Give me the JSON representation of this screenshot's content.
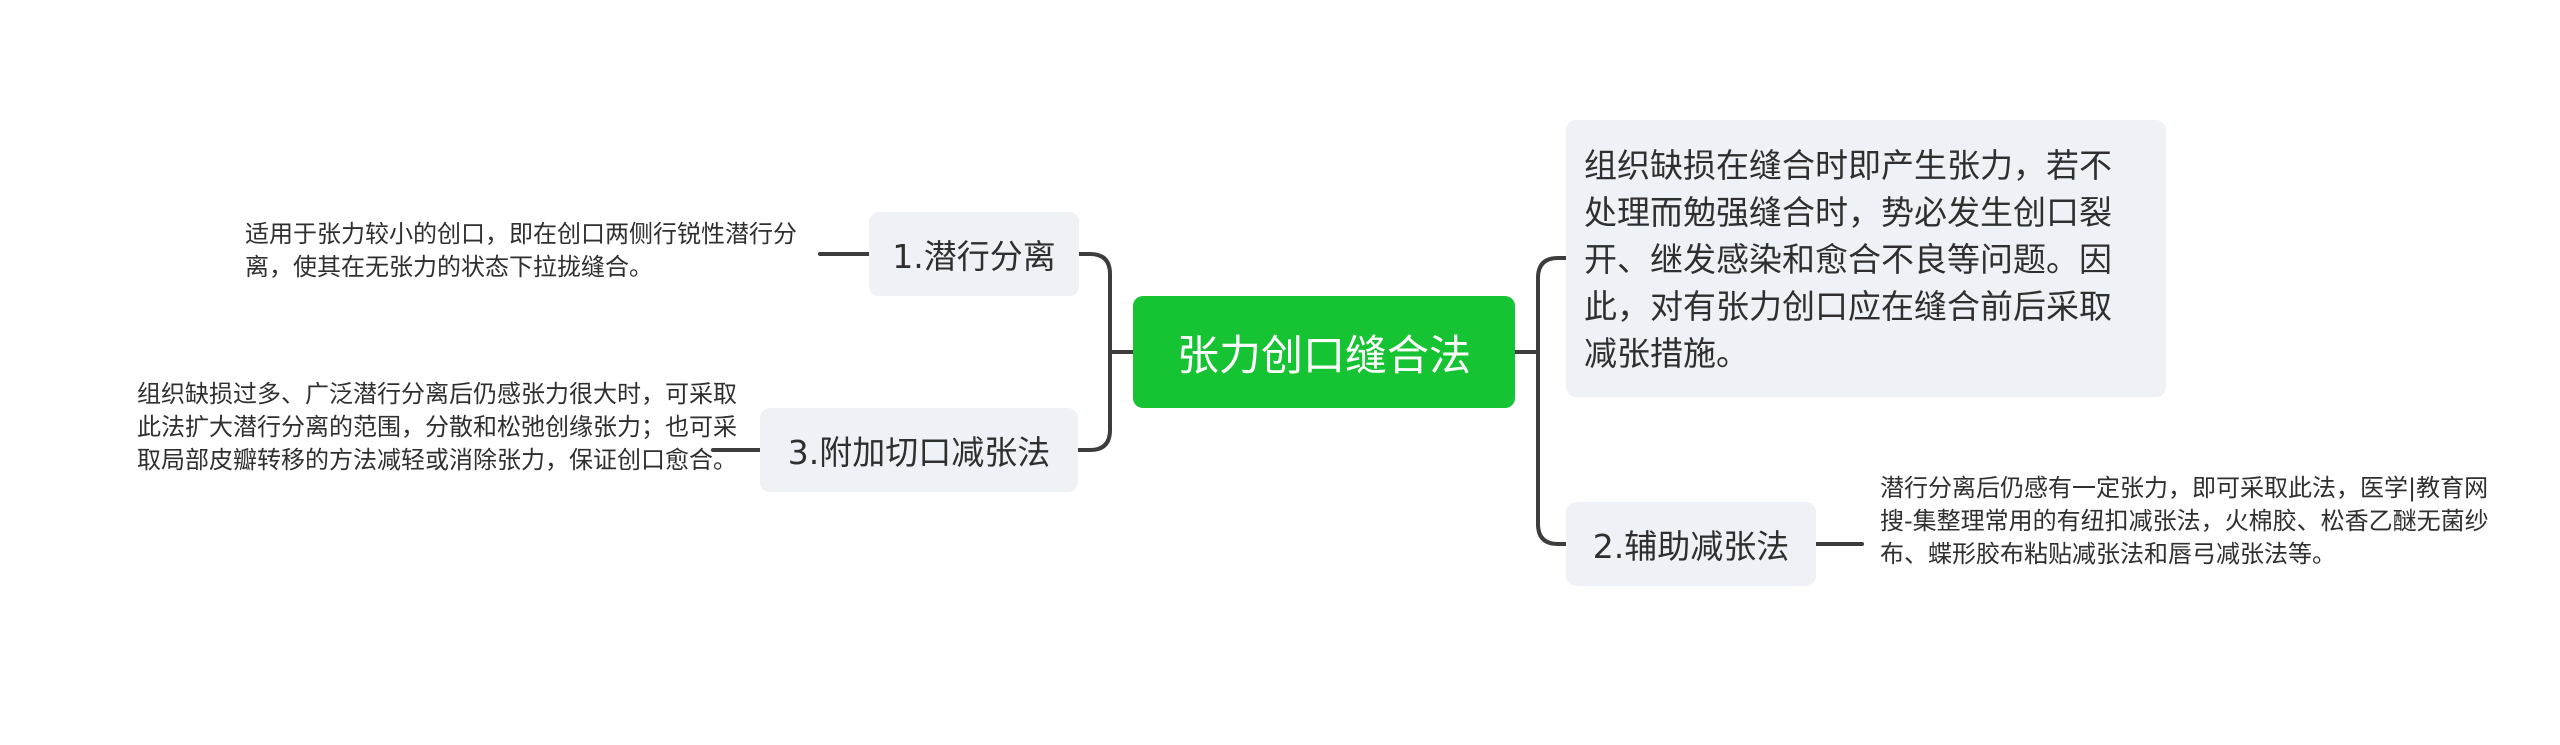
{
  "diagram": {
    "center": {
      "label": "张力创口缝合法"
    },
    "branches": [
      {
        "label": "1.潜行分离",
        "note": "适用于张力较小的创口，即在创口两侧行锐性潜行分离，使其在无张力的状态下拉拢缝合。"
      },
      {
        "label": "3.附加切口减张法",
        "note": "组织缺损过多、广泛潜行分离后仍感张力很大时，可采取此法扩大潜行分离的范围，分散和松弛创缘张力；也可采取局部皮瓣转移的方法减轻或消除张力，保证创口愈合。"
      },
      {
        "label": "2.辅助减张法",
        "note": "潜行分离后仍感有一定张力，即可采取此法，医学|教育网搜-集整理常用的有纽扣减张法，火棉胶、松香乙醚无菌纱布、蝶形胶布粘贴减张法和唇弓减张法等。"
      }
    ],
    "summary": "组织缺损在缝合时即产生张力，若不处理而勉强缝合时，势必发生创口裂开、继发感染和愈合不良等问题。因此，对有张力创口应在缝合前后采取减张措施。"
  },
  "colors": {
    "center_fill": "#16c332",
    "branch_fill": "#eef1f5",
    "line": "#3d3d3d",
    "text": "#2f2f2f"
  }
}
